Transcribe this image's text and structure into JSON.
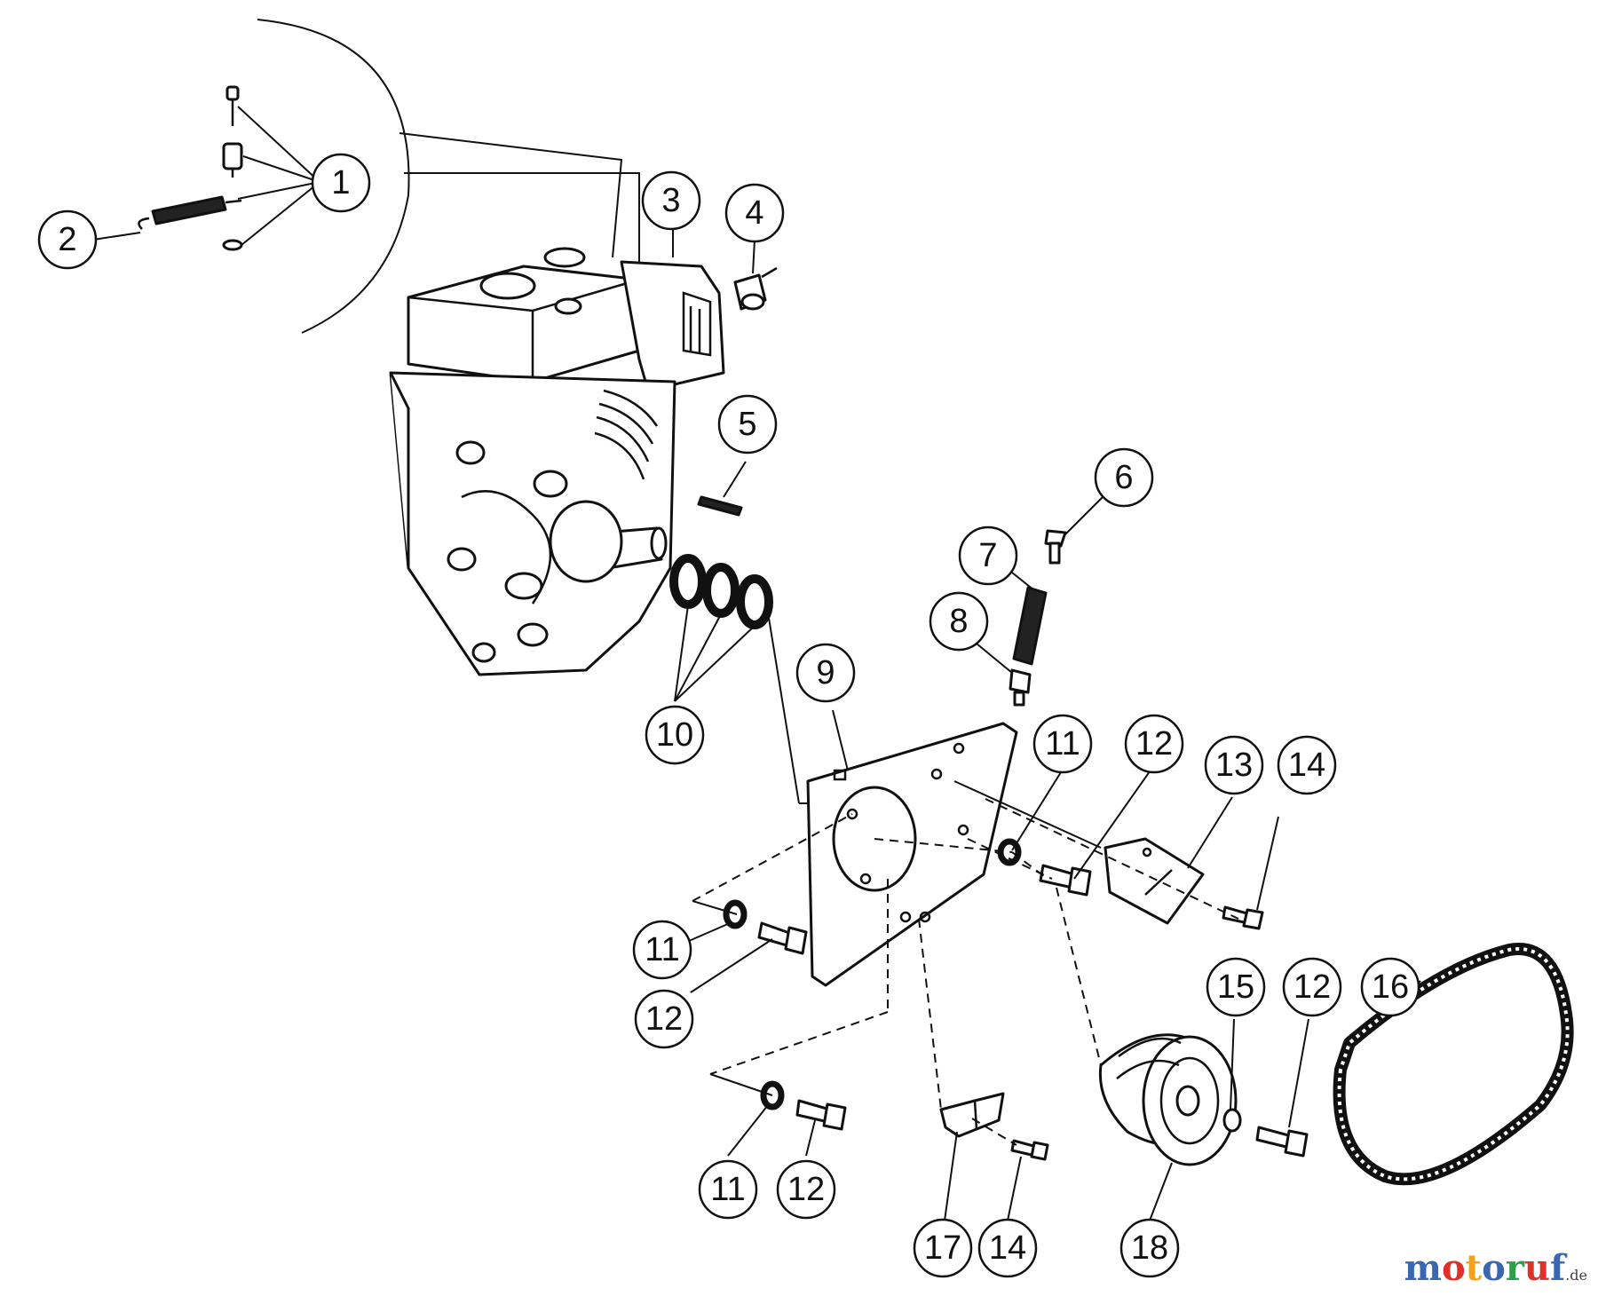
{
  "callouts": [
    "1",
    "2",
    "3",
    "4",
    "5",
    "6",
    "7",
    "8",
    "9",
    "10",
    "11",
    "12",
    "11",
    "12",
    "11",
    "12",
    "13",
    "14",
    "15",
    "12",
    "16",
    "17",
    "14",
    "18"
  ],
  "brand": {
    "letters": [
      "m",
      "o",
      "t",
      "o",
      "r",
      "u",
      "f"
    ],
    "suffix": ".de",
    "colors": [
      "#3a67b0",
      "#e0302a",
      "#f2a31b",
      "#3a67b0",
      "#2e9e4a",
      "#e0302a",
      "#3a67b0"
    ]
  }
}
